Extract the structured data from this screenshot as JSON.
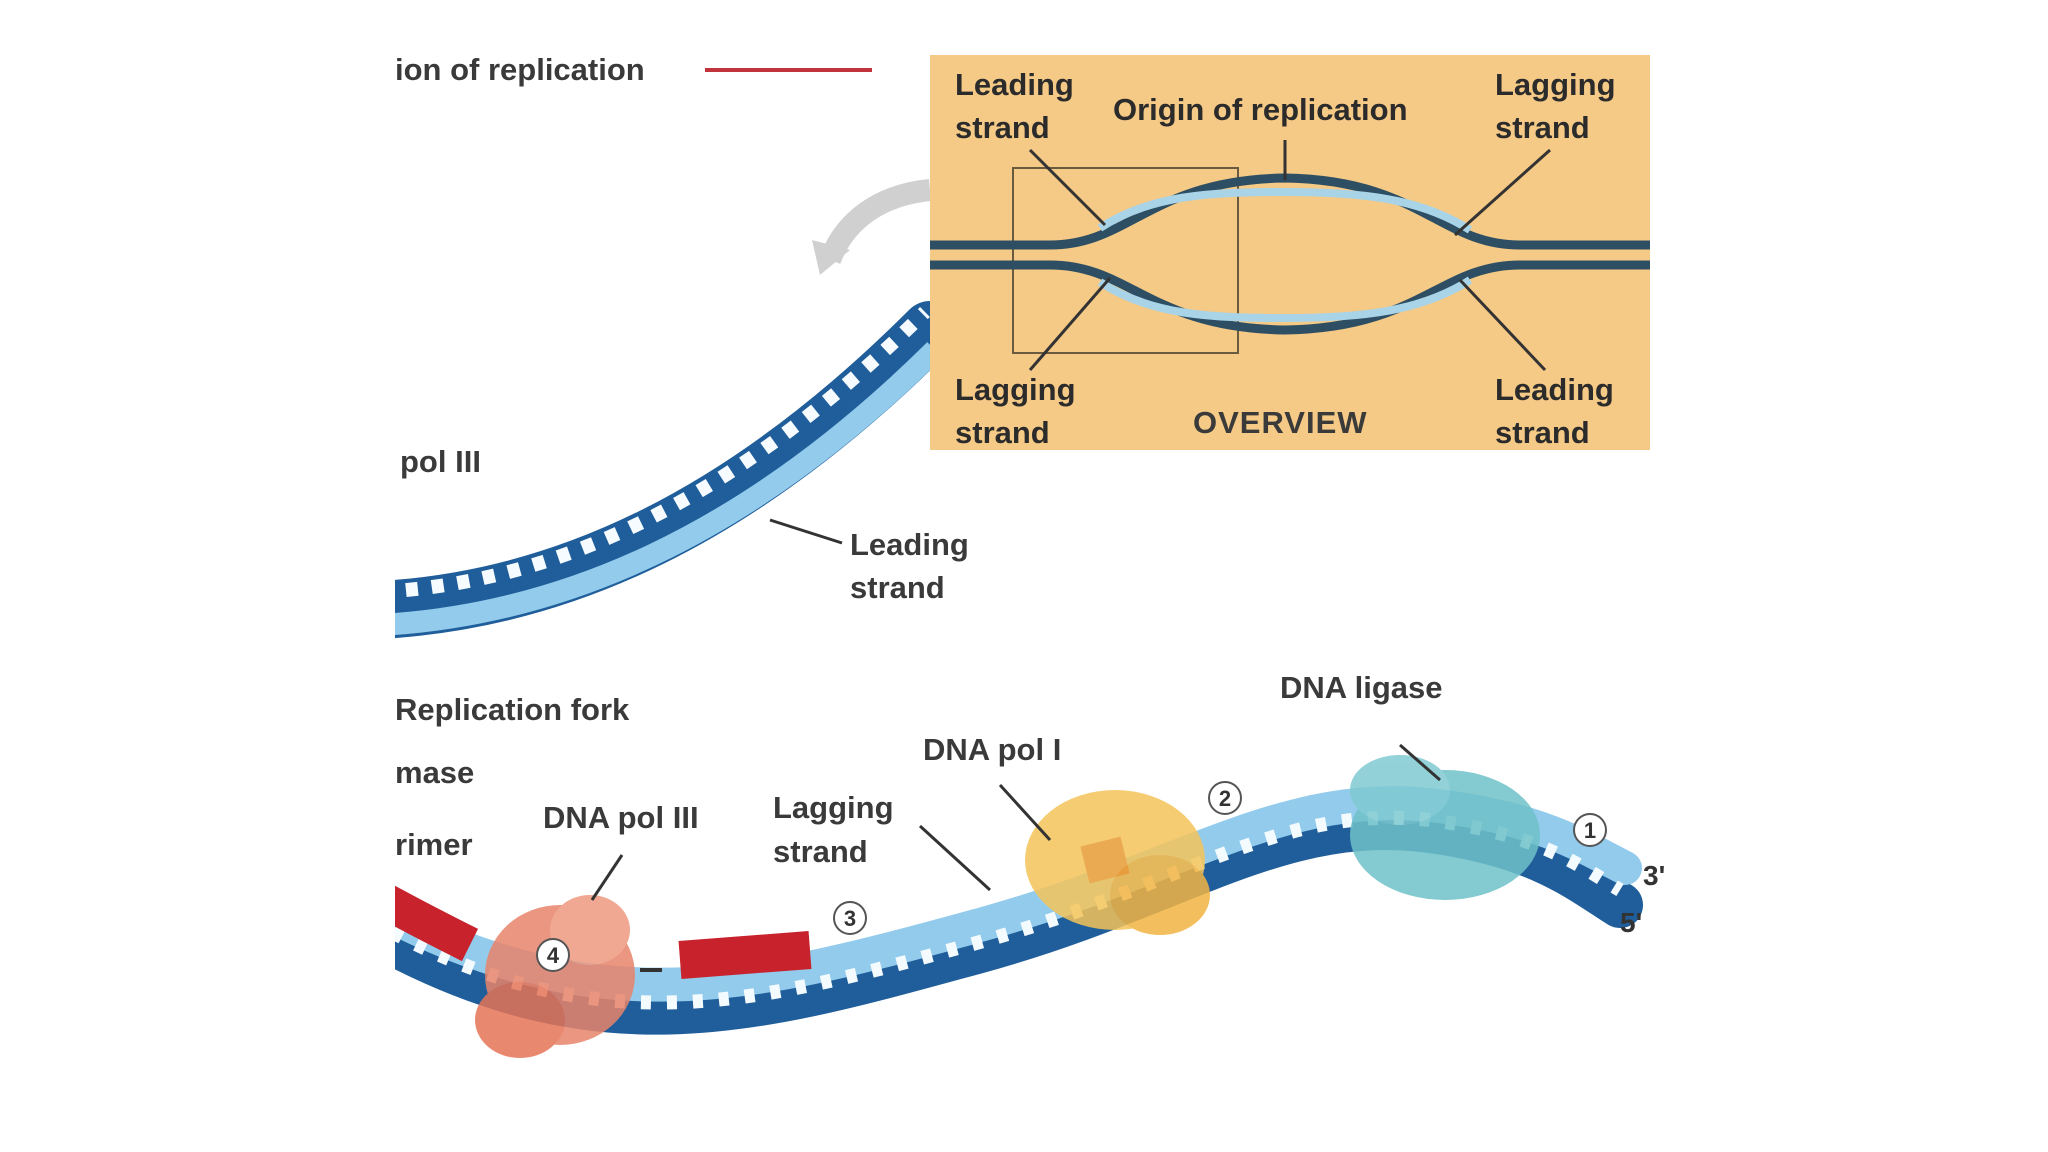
{
  "labels": {
    "origin_partial": "ion of replication",
    "pol3_partial": "pol III",
    "leading_line1": "Leading",
    "leading_line2": "strand",
    "replication_fork_partial": "Replication fork",
    "primase_partial": "mase",
    "primer_partial": "rimer",
    "dna_pol3": "DNA pol III",
    "lagging_line1": "Lagging",
    "lagging_line2": "strand",
    "dna_pol1": "DNA pol I",
    "dna_ligase": "DNA ligase",
    "end_3": "3'",
    "end_5": "5'"
  },
  "steps": [
    "1",
    "2",
    "3",
    "4"
  ],
  "overview": {
    "leading_tl_1": "Leading",
    "leading_tl_2": "strand",
    "origin": "Origin of replication",
    "lagging_tr_1": "Lagging",
    "lagging_tr_2": "strand",
    "lagging_bl_1": "Lagging",
    "lagging_bl_2": "strand",
    "title": "OVERVIEW",
    "leading_br_1": "Leading",
    "leading_br_2": "strand"
  },
  "colors": {
    "overview_bg": "#f5c986",
    "dna_dark": "#1f5e9a",
    "dna_light": "#93cbec",
    "primer_red": "#c8232c",
    "pol3": "#e8846a",
    "pol1": "#f4c45a",
    "ligase": "#6ec1c9"
  }
}
